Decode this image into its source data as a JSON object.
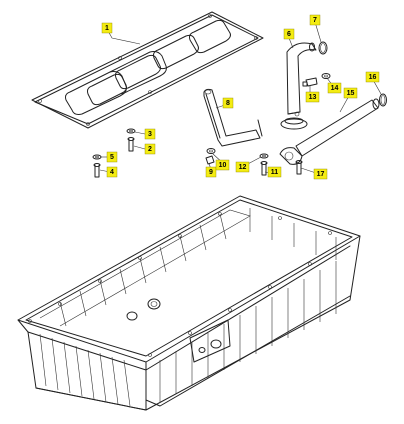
{
  "callouts": [
    {
      "id": "c1",
      "label": "1"
    },
    {
      "id": "c2",
      "label": "2"
    },
    {
      "id": "c3",
      "label": "3"
    },
    {
      "id": "c4",
      "label": "4"
    },
    {
      "id": "c5",
      "label": "5"
    },
    {
      "id": "c6",
      "label": "6"
    },
    {
      "id": "c7",
      "label": "7"
    },
    {
      "id": "c8",
      "label": "8"
    },
    {
      "id": "c9",
      "label": "9"
    },
    {
      "id": "c10",
      "label": "10"
    },
    {
      "id": "c11",
      "label": "11"
    },
    {
      "id": "c12",
      "label": "12"
    },
    {
      "id": "c13",
      "label": "13"
    },
    {
      "id": "c14",
      "label": "14"
    },
    {
      "id": "c15",
      "label": "15"
    },
    {
      "id": "c16",
      "label": "16"
    },
    {
      "id": "c17",
      "label": "17"
    }
  ],
  "colors": {
    "callout_fill": "#f4ec12",
    "line": "#222222"
  }
}
